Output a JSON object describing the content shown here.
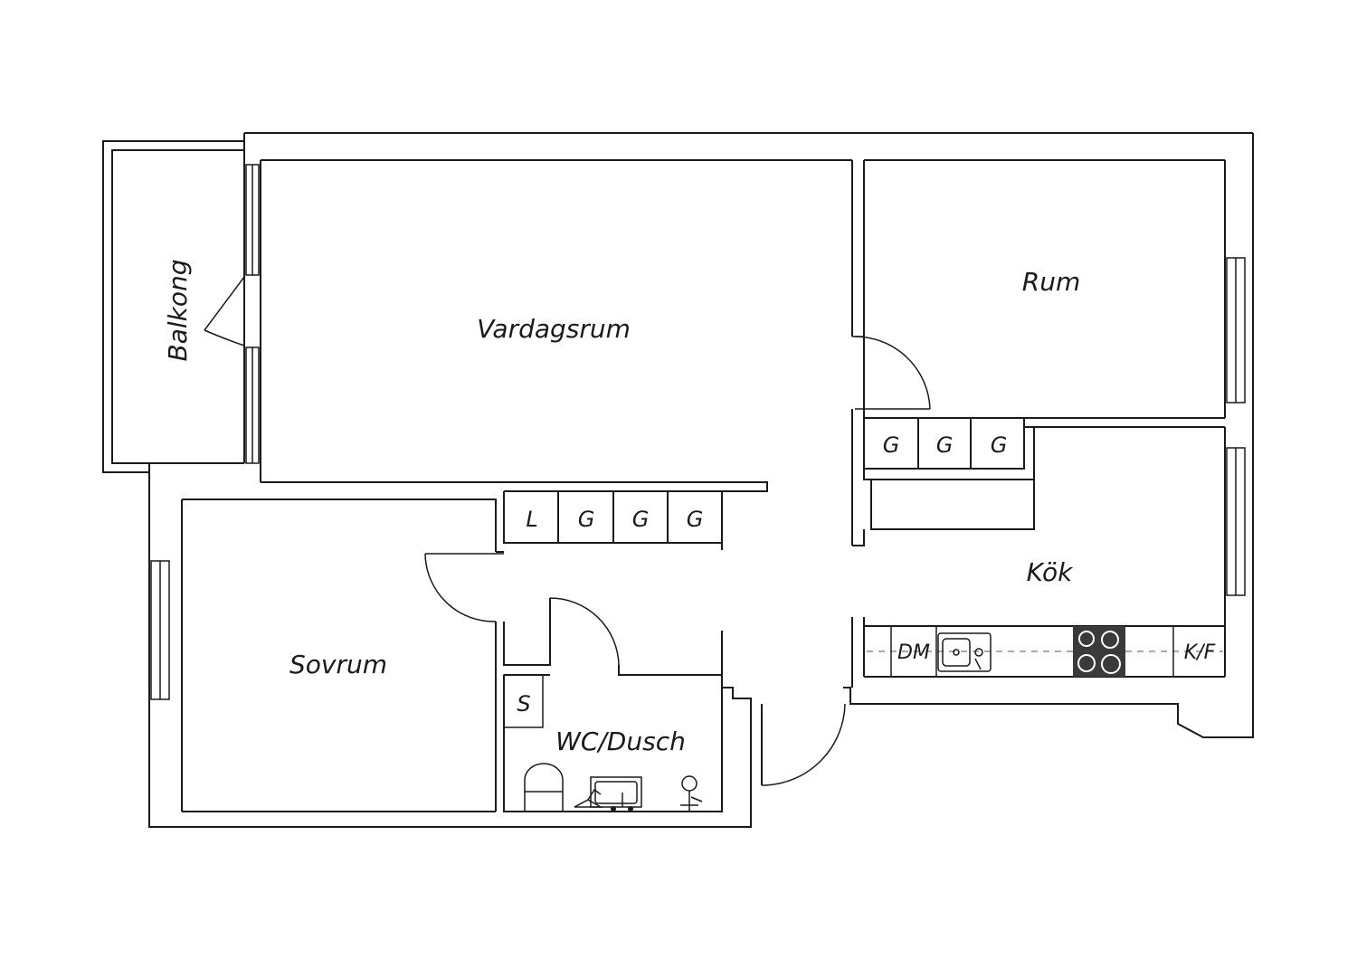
{
  "rooms": {
    "balcony": "Balkong",
    "living": "Vardagsrum",
    "room": "Rum",
    "kitchen": "Kök",
    "bedroom": "Sovrum",
    "bathroom": "WC/Dusch"
  },
  "closets": {
    "room_row": [
      "G",
      "G",
      "G"
    ],
    "hall_row": [
      "L",
      "G",
      "G",
      "G"
    ],
    "bathroom": "S"
  },
  "kitchen_fixtures": {
    "dishwasher": "DM",
    "fridge_freezer": "K/F"
  },
  "icons": [
    "sink-icon",
    "stove-icon",
    "toilet-icon",
    "washbasin-icon",
    "shower-icon",
    "door-swing-icon",
    "window-icon"
  ]
}
